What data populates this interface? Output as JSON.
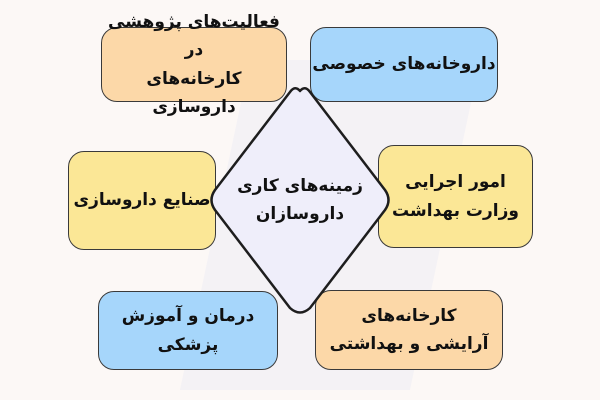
{
  "center": {
    "label_line1": "زمینه‌های کاری",
    "label_line2": "داروسازان",
    "color": "#efeefa"
  },
  "boxes": [
    {
      "id": "top-left",
      "line1": "فعالیت‌های پژوهشی در",
      "line2": "کارخانه‌های داروسازی",
      "color": "#fcd8a8"
    },
    {
      "id": "top-right",
      "line1": "داروخانه‌های خصوصی",
      "line2": "",
      "color": "#a6d6fb"
    },
    {
      "id": "middle-left",
      "line1": "صنایع داروسازی",
      "line2": "",
      "color": "#fbe796"
    },
    {
      "id": "middle-right",
      "line1": "امور اجرایی",
      "line2": "وزارت بهداشت",
      "color": "#fbe796"
    },
    {
      "id": "bottom-left",
      "line1": "درمان و آموزش",
      "line2": "پزشکی",
      "color": "#a6d6fb"
    },
    {
      "id": "bottom-right",
      "line1": "کارخانه‌های",
      "line2": "آرایشی و بهداشتی",
      "color": "#fcd8a8"
    }
  ]
}
